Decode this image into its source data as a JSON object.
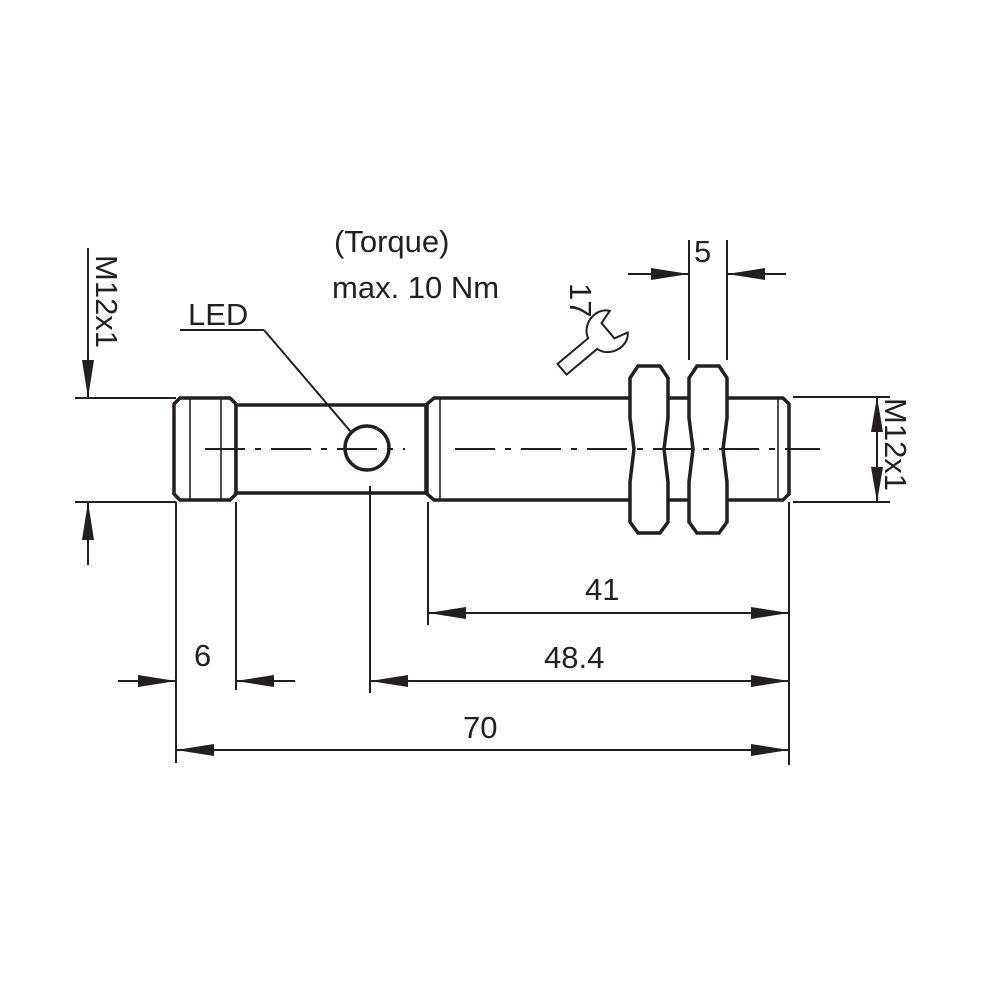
{
  "labels": {
    "torque_title": "(Torque)",
    "torque_value": "max. 10 Nm",
    "led": "LED",
    "thread_left": "M12x1",
    "thread_right": "M12x1",
    "wrench_size": "17"
  },
  "dimensions": {
    "nut_width": "5",
    "thread_tail": "6",
    "thread_length": "41",
    "led_to_tip": "48.4",
    "overall_length": "70"
  },
  "icons": [
    "wrench-icon"
  ]
}
